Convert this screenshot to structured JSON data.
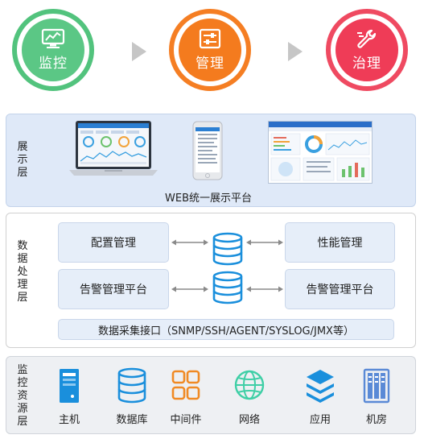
{
  "stages": [
    {
      "label": "监控",
      "icon": "monitor-chart-icon",
      "color": "#5bc785",
      "ring": "#52c37d"
    },
    {
      "label": "管理",
      "icon": "settings-panel-icon",
      "color": "#f47b1e",
      "ring": "#f57e23"
    },
    {
      "label": "治理",
      "icon": "wrench-icon",
      "color": "#ef3c57",
      "ring": "#ef4a61"
    }
  ],
  "display_layer": {
    "title": "展示层",
    "platform_label": "WEB统一展示平台"
  },
  "processing_layer": {
    "title": "数据处理层",
    "modules": {
      "config": "配置管理",
      "performance": "性能管理",
      "alarm_left": "告警管理平台",
      "alarm_right": "告警管理平台"
    },
    "collection_interface": "数据采集接口（SNMP/SSH/AGENT/SYSLOG/JMX等）"
  },
  "resource_layer": {
    "title": "监控资源层",
    "items": [
      {
        "label": "主机",
        "icon": "server-host-icon"
      },
      {
        "label": "数据库",
        "icon": "database-icon"
      },
      {
        "label": "中间件",
        "icon": "middleware-grid-icon"
      },
      {
        "label": "网络",
        "icon": "network-globe-icon"
      },
      {
        "label": "应用",
        "icon": "application-layers-icon"
      },
      {
        "label": "机房",
        "icon": "server-room-icon"
      }
    ]
  },
  "colors": {
    "accent_blue": "#1a8fdc",
    "monitor_green": "#5bc785",
    "manage_orange": "#f47b1e",
    "govern_red": "#ef3c57",
    "middleware_orange": "#f08a24",
    "network_teal": "#3fcfa6"
  }
}
